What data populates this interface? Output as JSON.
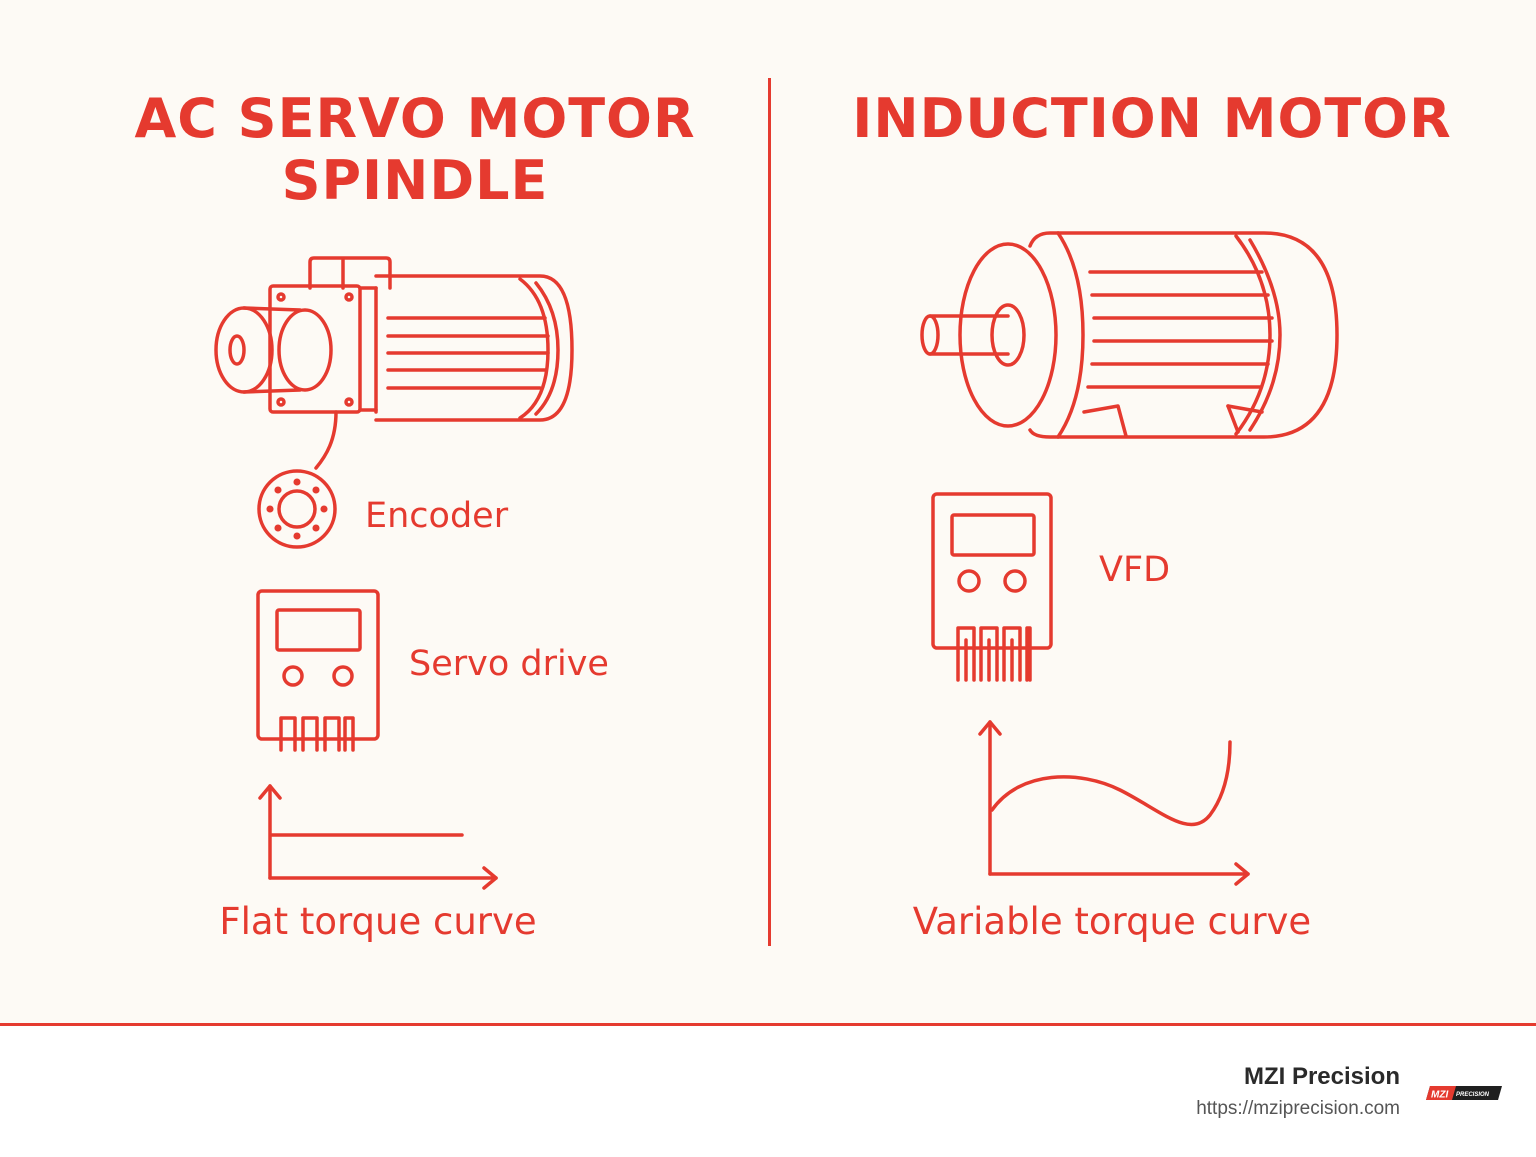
{
  "left": {
    "title_line1": "AC SERVO MOTOR",
    "title_line2": "SPINDLE",
    "encoder_label": "Encoder",
    "drive_label": "Servo drive",
    "curve_caption": "Flat torque curve"
  },
  "right": {
    "title": "INDUCTION MOTOR",
    "drive_label": "VFD",
    "curve_caption": "Variable torque curve"
  },
  "footer": {
    "brand_name": "MZI Precision",
    "brand_url": "https://mziprecision.com",
    "logo_text": "MZI PRECISION"
  },
  "colors": {
    "accent": "#e53a2f",
    "background": "#fdfaf5"
  }
}
